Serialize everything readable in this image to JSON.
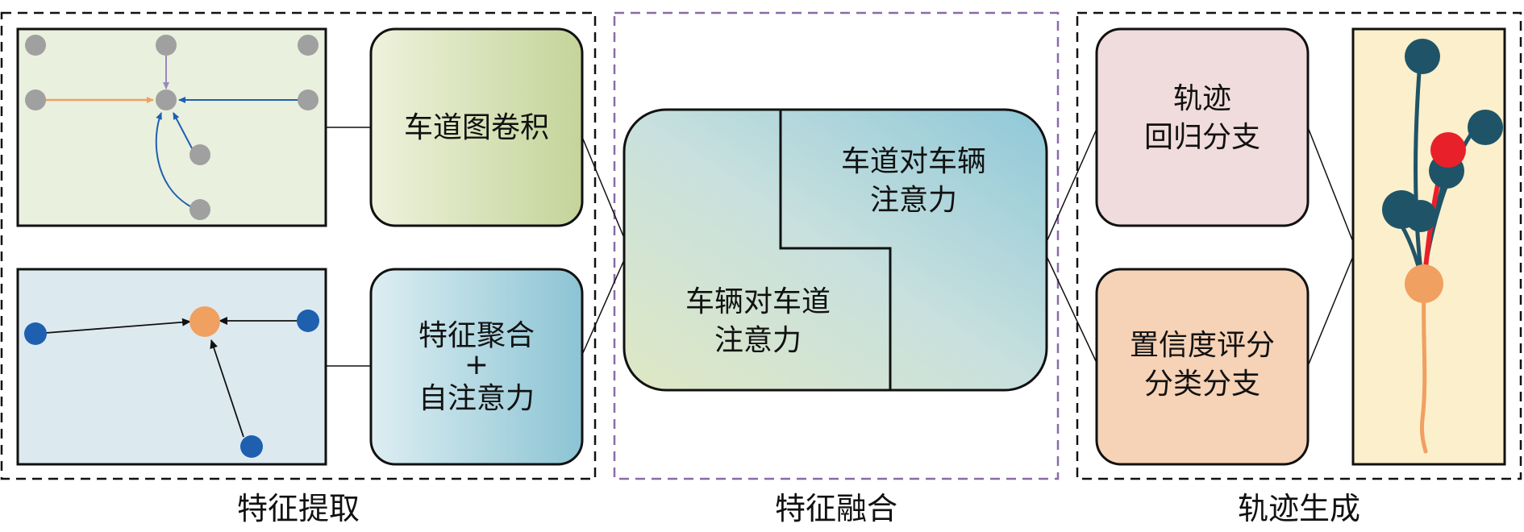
{
  "sections": {
    "extraction": "特征提取",
    "fusion": "特征融合",
    "generation": "轨迹生成"
  },
  "extraction": {
    "lane_conv": [
      "车道图卷积"
    ],
    "feature_agg": [
      "特征聚合",
      "+",
      "自注意力"
    ]
  },
  "fusion": {
    "lane_to_vehicle": [
      "车道对车辆",
      "注意力"
    ],
    "vehicle_to_lane": [
      "车辆对车道",
      "注意力"
    ]
  },
  "generation": {
    "regression_branch": [
      "轨迹",
      "回归分支"
    ],
    "classification_branch": [
      "置信度评分",
      "分类分支"
    ]
  },
  "colors": {
    "gray_node": "#a0a0a0",
    "blue_node": "#1f5fb0",
    "orange_node": "#f0a060",
    "teal_node": "#1f5468",
    "red_node": "#e8202a",
    "fusion_border": "#8a6aa8"
  }
}
